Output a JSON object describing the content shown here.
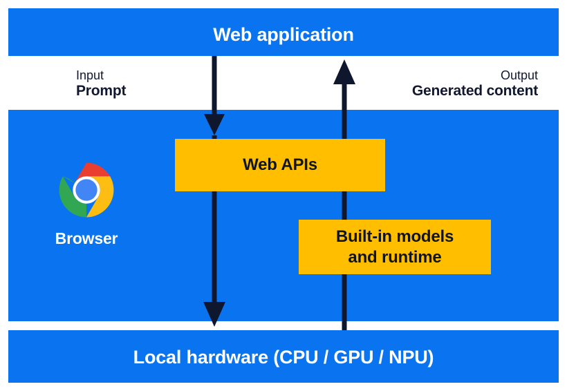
{
  "diagram": {
    "title": "Web application",
    "colors": {
      "panel_blue": "#0a74f0",
      "component_amber": "#ffbf00",
      "arrow_navy": "#0f172e",
      "panel_text": "#ffffff",
      "component_text": "#10151f",
      "annotation_text": "#11182f",
      "background": "#ffffff"
    }
  },
  "panels": {
    "top": {
      "label": "Web application"
    },
    "middle": {
      "browser_label": "Browser",
      "boxes": {
        "web_apis": "Web APIs",
        "built_in_models_line1": "Built-in models",
        "built_in_models_line2": "and runtime"
      }
    },
    "bottom": {
      "label": "Local hardware (CPU / GPU / NPU)"
    }
  },
  "flows": {
    "input": {
      "kind": "Input",
      "value": "Prompt",
      "direction": "down"
    },
    "output": {
      "kind": "Output",
      "value": "Generated content",
      "direction": "up"
    }
  },
  "chrome_logo": {
    "name": "chrome-logo",
    "colors": {
      "red": "#ea3e30",
      "yellow": "#fdbd12",
      "green": "#31a753",
      "blue": "#4285f4",
      "ring": "#ffffff"
    }
  }
}
